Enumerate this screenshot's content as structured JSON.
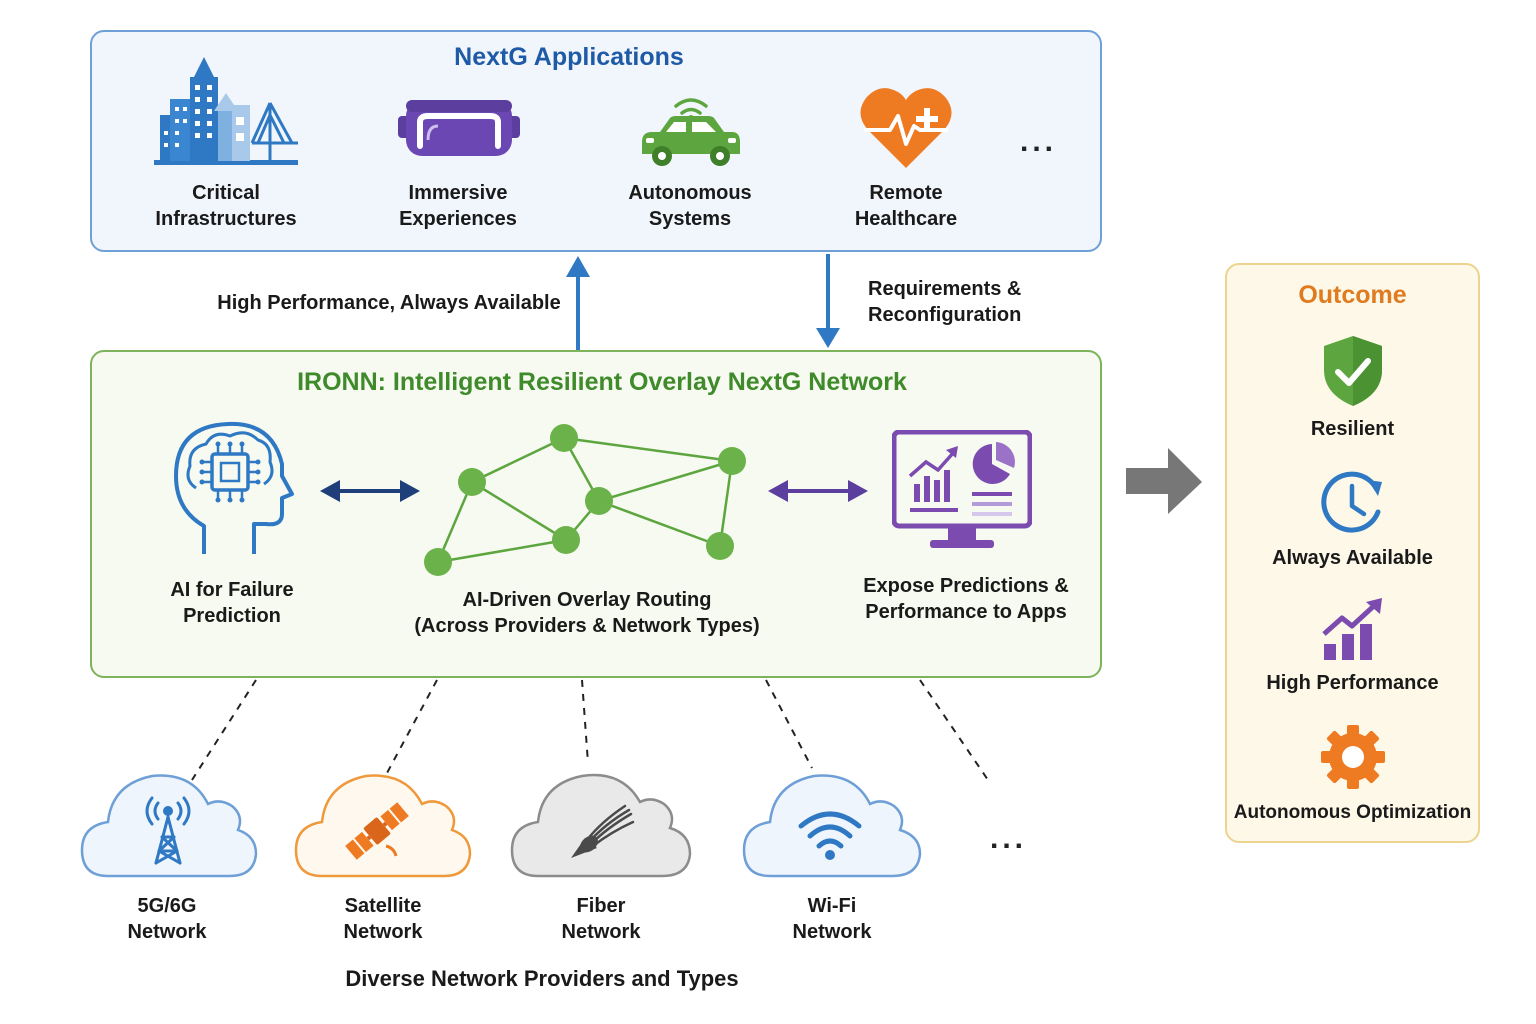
{
  "colors": {
    "apps_border": "#6e9fd6",
    "apps_title": "#1f5aa6",
    "ironn_border": "#7db35a",
    "ironn_title": "#3f8a2a",
    "outcome_border": "#ecd48f",
    "outcome_title": "#e07b1f",
    "blue": "#2f78c4",
    "purple": "#7b4bb0",
    "green": "#5da63f",
    "orange": "#ee7b22",
    "gray": "#7a7a7a",
    "navy": "#1f3f7a"
  },
  "apps": {
    "title": "NextG Applications",
    "items": [
      {
        "icon": "city-skyline-icon",
        "line1": "Critical",
        "line2": "Infrastructures"
      },
      {
        "icon": "vr-headset-icon",
        "line1": "Immersive",
        "line2": "Experiences"
      },
      {
        "icon": "autonomous-car-icon",
        "line1": "Autonomous",
        "line2": "Systems"
      },
      {
        "icon": "heart-health-icon",
        "line1": "Remote",
        "line2": "Healthcare"
      }
    ],
    "more": "..."
  },
  "flows": {
    "up_label": "High Performance, Always Available",
    "down_label_1": "Requirements &",
    "down_label_2": "Reconfiguration"
  },
  "ironn": {
    "title": "IRONN: Intelligent Resilient Overlay NextG Network",
    "ai": {
      "icon": "ai-brain-icon",
      "line1": "AI for Failure",
      "line2": "Prediction"
    },
    "routing": {
      "icon": "overlay-graph-icon",
      "line1": "AI-Driven Overlay Routing",
      "line2": "(Across Providers & Network Types)"
    },
    "expose": {
      "icon": "analytics-monitor-icon",
      "line1": "Expose Predictions &",
      "line2": "Performance to Apps"
    }
  },
  "outcome": {
    "title": "Outcome",
    "items": [
      {
        "icon": "shield-check-icon",
        "label": "Resilient"
      },
      {
        "icon": "clock-icon",
        "label": "Always Available"
      },
      {
        "icon": "growth-chart-icon",
        "label": "High Performance"
      },
      {
        "icon": "gear-icon",
        "label": "Autonomous Optimization"
      }
    ]
  },
  "networks": {
    "items": [
      {
        "icon": "cell-tower-icon",
        "line1": "5G/6G",
        "line2": "Network"
      },
      {
        "icon": "satellite-icon",
        "line1": "Satellite",
        "line2": "Network"
      },
      {
        "icon": "fiber-optic-icon",
        "line1": "Fiber",
        "line2": "Network"
      },
      {
        "icon": "wifi-icon",
        "line1": "Wi-Fi",
        "line2": "Network"
      }
    ],
    "more": "...",
    "caption": "Diverse Network Providers and Types"
  }
}
